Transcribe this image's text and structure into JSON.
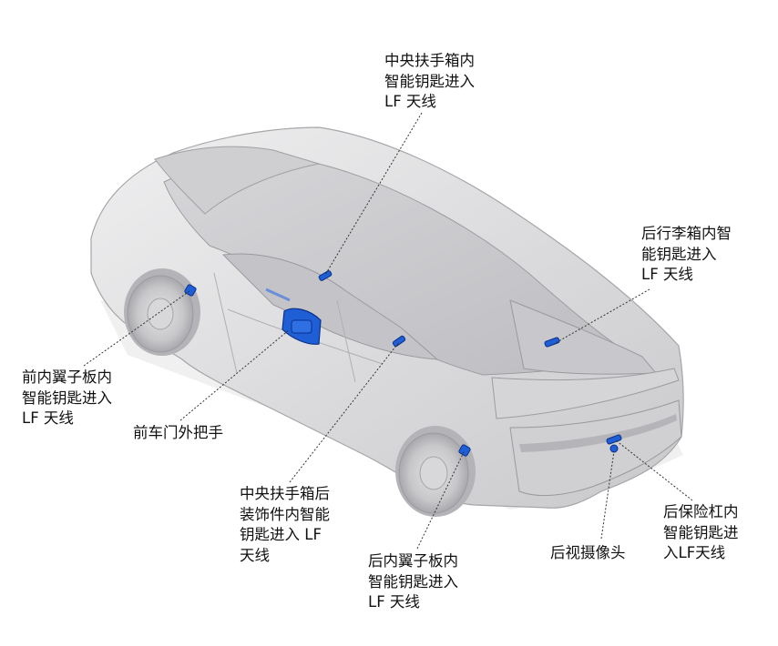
{
  "callouts": {
    "center_console_box": {
      "lines": [
        "中央扶手箱内",
        "智能钥匙进入",
        "LF  天线"
      ]
    },
    "trunk": {
      "lines": [
        "后行李箱内智",
        "能钥匙进入",
        "LF  天线"
      ]
    },
    "front_fender": {
      "lines": [
        "前内翼子板内",
        "智能钥匙进入",
        "LF  天线"
      ]
    },
    "front_door_handle": {
      "lines": [
        "前车门外把手"
      ]
    },
    "console_rear_trim": {
      "lines": [
        "中央扶手箱后",
        "装饰件内智能",
        "钥匙进入  LF",
        "天线"
      ]
    },
    "rear_fender": {
      "lines": [
        "后内翼子板内",
        "智能钥匙进入",
        "LF  天线"
      ]
    },
    "rear_camera": {
      "lines": [
        "后视摄像头"
      ]
    },
    "rear_bumper": {
      "lines": [
        "后保险杠内",
        "智能钥匙进",
        "入LF天线"
      ]
    }
  },
  "colors": {
    "component_blue": "#1f5fd6",
    "component_dark": "#0b2f8a",
    "car_body": "#e2e2e3",
    "car_shadow": "#b9b9bc",
    "leader_line": "#333333"
  }
}
